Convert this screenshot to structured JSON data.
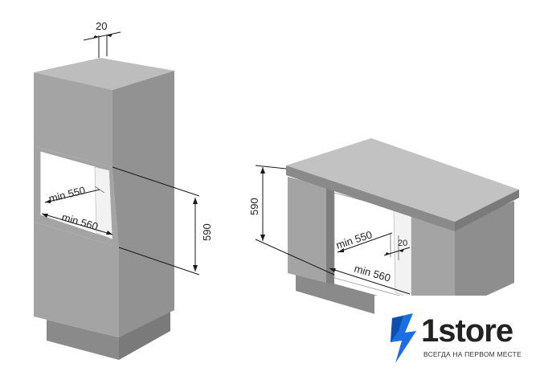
{
  "colors": {
    "cabinet_front": "#a4a4a4",
    "cabinet_side": "#8e8e8e",
    "cabinet_top": "#bdbdbd",
    "cabinet_dark": "#7a7a7a",
    "worktop_top": "#c2c2c2",
    "worktop_edge": "#8a8a8a",
    "brand_blue": "#1b6fe0",
    "brand_dark": "#222222"
  },
  "tall_unit": {
    "dim_depth_gap": "20",
    "dim_min_depth": "min 550",
    "dim_min_width": "min 560",
    "dim_height": "590"
  },
  "under_counter": {
    "dim_height": "590",
    "dim_min_depth": "min 550",
    "dim_depth_gap": "20",
    "dim_min_width": "min 560"
  },
  "logo": {
    "wordmark": "1store",
    "tagline": "ВСЕГДА НА ПЕРВОМ МЕСТЕ",
    "bolt": "lightning-bolt-icon"
  }
}
